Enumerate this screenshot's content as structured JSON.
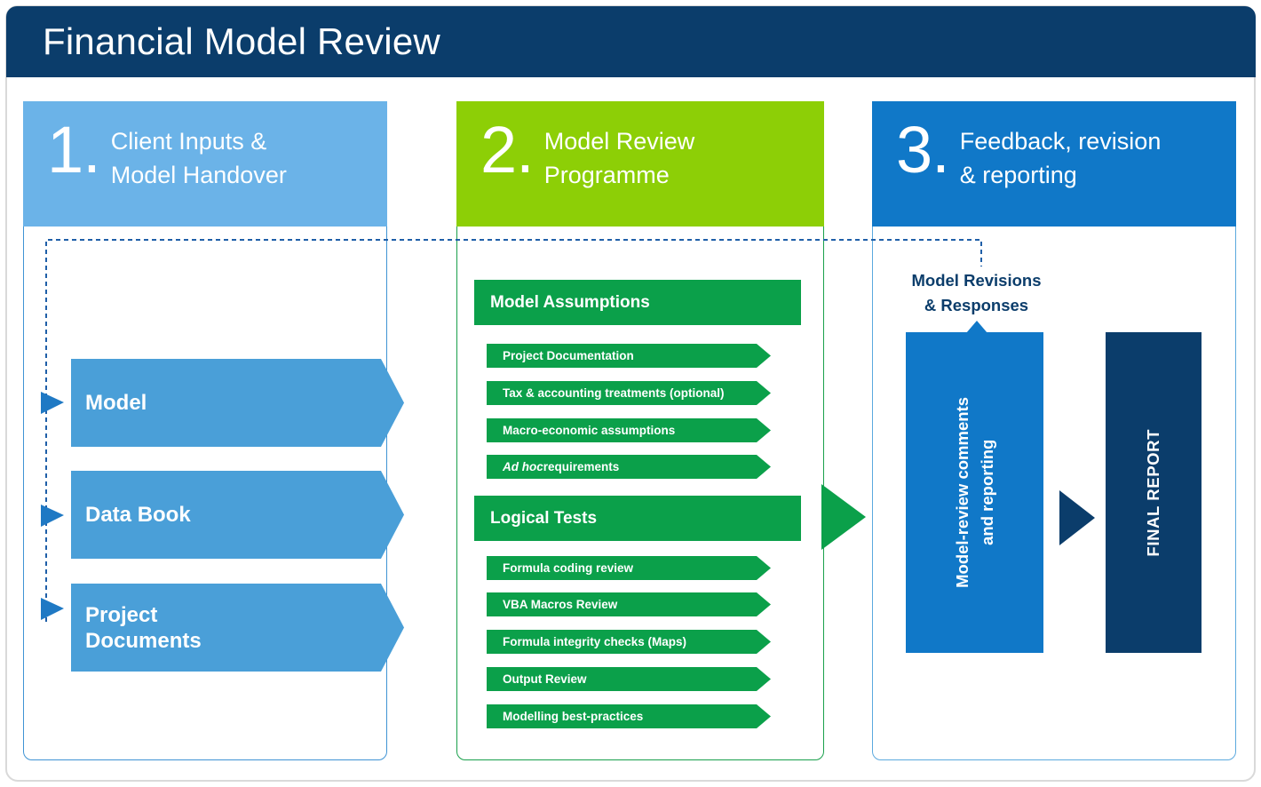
{
  "header": {
    "title": "Financial Model Review"
  },
  "colors": {
    "header_navy": "#0b3d6b",
    "stage1_blue": "#6bb3e8",
    "stage2_green": "#8dcf06",
    "stage3_blue": "#1078c8",
    "chevron_blue": "#4a9fd8",
    "inner_green": "#0ba04a",
    "final_report_navy": "#0b3d6b",
    "loop_dashed": "#1f5fa8"
  },
  "columns": [
    {
      "number": "1.",
      "label": "Client Inputs &\nModel Handover",
      "items": [
        {
          "label": "Model"
        },
        {
          "label": "Data Book"
        },
        {
          "label": "Project\nDocuments"
        }
      ]
    },
    {
      "number": "2.",
      "label": "Model Review\nProgramme",
      "groups": [
        {
          "heading": "Model Assumptions",
          "items": [
            {
              "label": "Project Documentation",
              "italic_prefix": ""
            },
            {
              "label": "Tax & accounting treatments (optional)",
              "italic_prefix": ""
            },
            {
              "label": "Macro-economic assumptions",
              "italic_prefix": ""
            },
            {
              "label": " requirements",
              "italic_prefix": "Ad hoc"
            }
          ]
        },
        {
          "heading": "Logical Tests",
          "items": [
            {
              "label": "Formula coding review",
              "italic_prefix": ""
            },
            {
              "label": "VBA Macros Review",
              "italic_prefix": ""
            },
            {
              "label": "Formula integrity checks (Maps)",
              "italic_prefix": ""
            },
            {
              "label": "Output Review",
              "italic_prefix": ""
            },
            {
              "label": "Modelling best-practices",
              "italic_prefix": ""
            }
          ]
        }
      ]
    },
    {
      "number": "3.",
      "label": "Feedback, revision\n& reporting",
      "revision_label": "Model Revisions\n& Responses",
      "comments_box": "Model-review comments\nand reporting",
      "final_box": "FINAL REPORT"
    }
  ]
}
